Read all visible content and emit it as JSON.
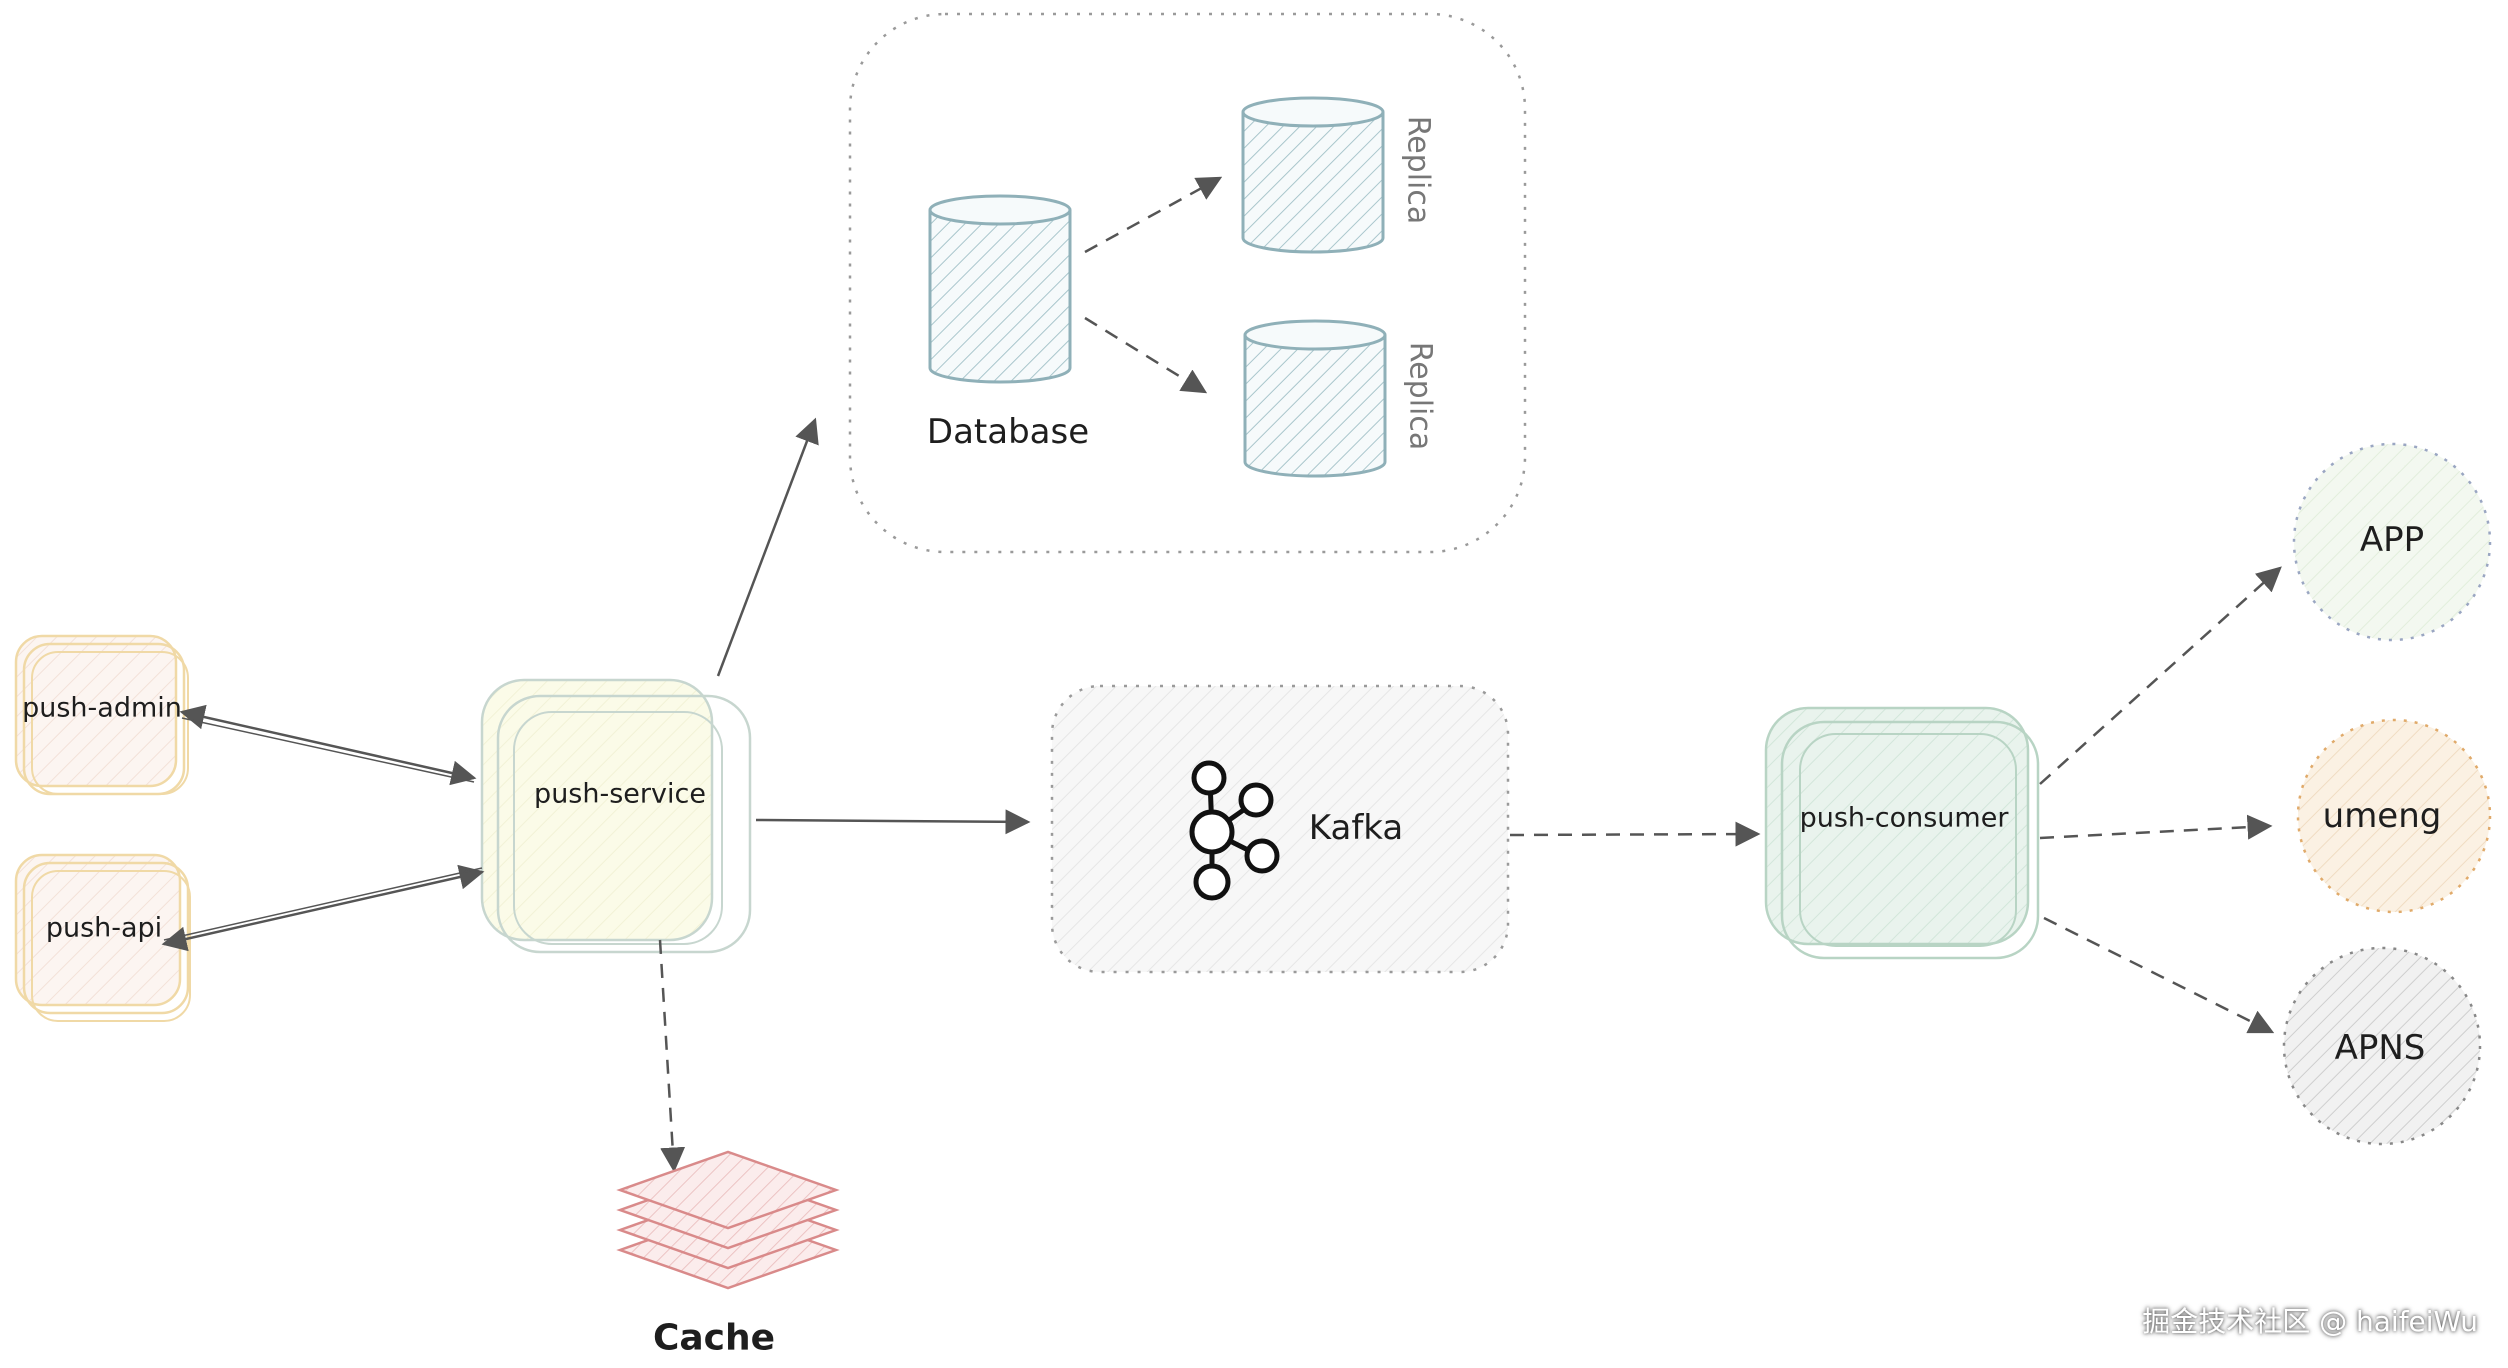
{
  "nodes": {
    "push_admin": "push-admin",
    "push_api": "push-api",
    "push_service": "push-service",
    "database": "Database",
    "replica_1": "Replica",
    "replica_2": "Replica",
    "kafka": "Kafka",
    "push_consumer": "push-consumer",
    "cache": "Cache",
    "app": "APP",
    "umeng": "umeng",
    "apns": "APNS"
  },
  "watermark": "掘金技术社区 @ haifeiWu",
  "colors": {
    "client_fill": "#fbf2ec",
    "client_stroke": "#f0d9a6",
    "service_fill": "#fbfbe9",
    "service_stroke": "#c7d6cf",
    "db_stroke": "#8fb0b8",
    "kafka_fill": "#f3f3f3",
    "consumer_fill": "#e5f1ea",
    "consumer_stroke": "#b8d4c4",
    "cache_stroke": "#d98a8a",
    "app_fill": "#f1f7ee",
    "umeng_fill": "#faeedd",
    "umeng_stroke": "#e0aa6a",
    "apns_fill": "#eeeeee",
    "arrow": "#555555"
  }
}
